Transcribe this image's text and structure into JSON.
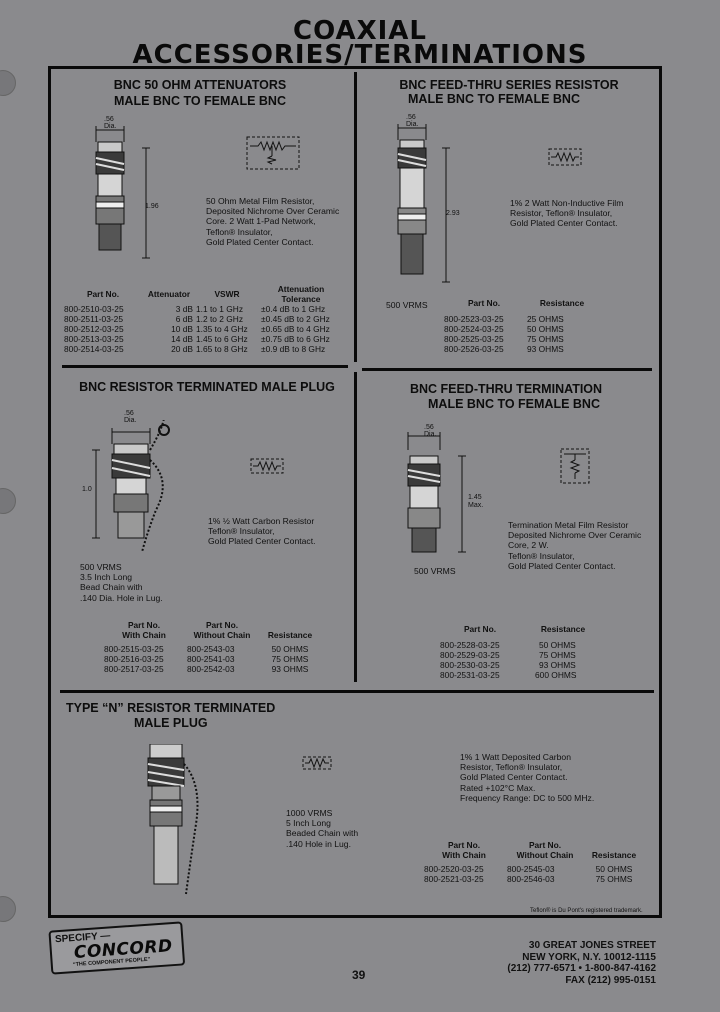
{
  "page": {
    "title_line1": "COAXIAL",
    "title_line2": "ACCESSORIES/TERMINATIONS",
    "page_number": "39",
    "trademark_note": "Teflon® is Du Pont's registered trademark."
  },
  "attenuators": {
    "heading1": "BNC 50 OHM ATTENUATORS",
    "heading2": "MALE BNC TO FEMALE BNC",
    "dia": ".56",
    "dia_label": "Dia.",
    "length": "1.96",
    "desc": [
      "50 Ohm Metal Film Resistor,",
      "Deposited Nichrome Over Ceramic",
      "Core. 2 Watt 1-Pad Network,",
      "Teflon® Insulator,",
      "Gold Plated Center Contact."
    ],
    "columns": [
      "Part No.",
      "Attenuator",
      "VSWR",
      "Attenuation Tolerance"
    ],
    "rows": [
      [
        "800-2510-03-25",
        "3 dB",
        "1.1  to 1 GHz",
        "±0.4  dB to 1 GHz"
      ],
      [
        "800-2511-03-25",
        "6 dB",
        "1.2  to 2 GHz",
        "±0.45 dB to 2 GHz"
      ],
      [
        "800-2512-03-25",
        "10 dB",
        "1.35 to 4 GHz",
        "±0.65 dB to 4 GHz"
      ],
      [
        "800-2513-03-25",
        "14 dB",
        "1.45 to 6 GHz",
        "±0.75 dB to 6 GHz"
      ],
      [
        "800-2514-03-25",
        "20 dB",
        "1.65 to 8 GHz",
        "±0.9  dB to 8 GHz"
      ]
    ]
  },
  "series_resistor": {
    "heading1": "BNC FEED-THRU SERIES RESISTOR",
    "heading2": "MALE BNC TO FEMALE BNC",
    "dia": ".56",
    "dia_label": "Dia.",
    "length": "2.93",
    "desc": [
      "1% 2 Watt Non-Inductive Film",
      "Resistor, Teflon® Insulator,",
      "Gold Plated Center Contact."
    ],
    "vrms": "500 VRMS",
    "columns": [
      "Part No.",
      "Resistance"
    ],
    "rows": [
      [
        "800-2523-03-25",
        "25 OHMS"
      ],
      [
        "800-2524-03-25",
        "50 OHMS"
      ],
      [
        "800-2525-03-25",
        "75 OHMS"
      ],
      [
        "800-2526-03-25",
        "93 OHMS"
      ]
    ]
  },
  "terminated_plug": {
    "heading": "BNC RESISTOR TERMINATED MALE PLUG",
    "dia": ".56",
    "dia_label": "Dia.",
    "length": "1.0",
    "desc": [
      "1% ½ Watt Carbon Resistor",
      "Teflon® Insulator,",
      "Gold Plated Center Contact."
    ],
    "notes": [
      "500 VRMS",
      "3.5 Inch Long",
      "Bead Chain with",
      ".140 Dia. Hole in Lug."
    ],
    "columns": [
      "Part No. With Chain",
      "Part No. Without Chain",
      "Resistance"
    ],
    "col_line1": [
      "Part No.",
      "Part No.",
      ""
    ],
    "col_line2": [
      "With Chain",
      "Without Chain",
      "Resistance"
    ],
    "rows": [
      [
        "800-2515-03-25",
        "800-2543-03",
        "50 OHMS"
      ],
      [
        "800-2516-03-25",
        "800-2541-03",
        "75 OHMS"
      ],
      [
        "800-2517-03-25",
        "800-2542-03",
        "93 OHMS"
      ]
    ]
  },
  "feedthru_termination": {
    "heading1": "BNC FEED-THRU TERMINATION",
    "heading2": "MALE BNC TO FEMALE BNC",
    "dia": ".56",
    "dia_label": "Dia.",
    "length": "1.45",
    "length_label": "Max.",
    "desc": [
      "Termination Metal Film Resistor",
      "Deposited Nichrome Over Ceramic",
      "Core, 2 W.",
      "Teflon® Insulator,",
      "Gold Plated Center Contact."
    ],
    "vrms": "500 VRMS",
    "columns": [
      "Part No.",
      "Resistance"
    ],
    "rows": [
      [
        "800-2528-03-25",
        "50 OHMS"
      ],
      [
        "800-2529-03-25",
        "75 OHMS"
      ],
      [
        "800-2530-03-25",
        "93 OHMS"
      ],
      [
        "800-2531-03-25",
        "600 OHMS"
      ]
    ]
  },
  "type_n": {
    "heading1": "TYPE “N” RESISTOR TERMINATED",
    "heading2": "MALE PLUG",
    "desc": [
      "1% 1 Watt Deposited Carbon",
      "Resistor, Teflon® Insulator,",
      "Gold Plated Center Contact.",
      "Rated +102°C Max.",
      "Frequency Range: DC to 500 MHz."
    ],
    "notes": [
      "1000 VRMS",
      "5 Inch Long",
      "Beaded Chain with",
      ".140 Hole in Lug."
    ],
    "col_line1": [
      "Part No.",
      "Part No.",
      ""
    ],
    "col_line2": [
      "With Chain",
      "Without Chain",
      "Resistance"
    ],
    "rows": [
      [
        "800-2520-03-25",
        "800-2545-03",
        "50 OHMS"
      ],
      [
        "800-2521-03-25",
        "800-2546-03",
        "75 OHMS"
      ]
    ]
  },
  "footer": {
    "specify": "SPECIFY —",
    "brand": "CONCORD",
    "slogan": "“THE COMPONENT PEOPLE”",
    "address": [
      "30 GREAT JONES STREET",
      "NEW YORK, N.Y. 10012-1115",
      "(212) 777-6571  •  1-800-847-4162",
      "FAX (212) 995-0151"
    ]
  }
}
